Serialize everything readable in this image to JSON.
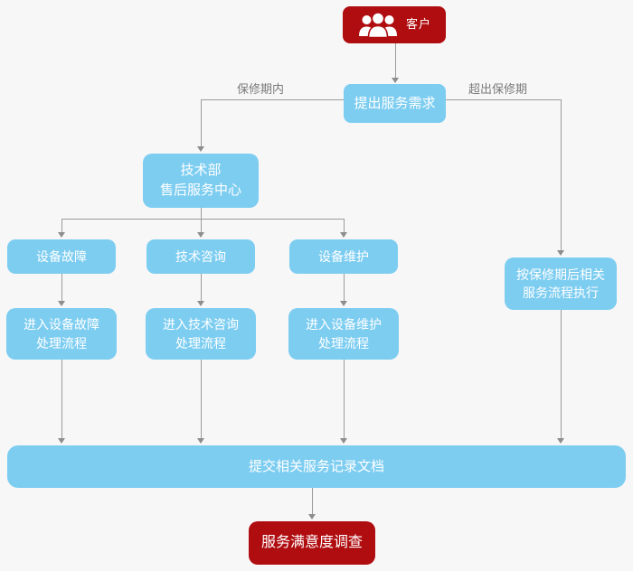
{
  "diagram": {
    "colors": {
      "brand_red": "#b00d10",
      "node_blue": "#7dcdf1",
      "connector_gray": "#9b9b9b",
      "edge_label_gray": "#7a7a7a",
      "background": "#f7f7f7",
      "node_text": "#ffffff"
    },
    "nodes": {
      "customer": {
        "label": "客户",
        "icon": "group-people-icon"
      },
      "request": {
        "label": "提出服务需求"
      },
      "service_center": {
        "line1": "技术部",
        "line2": "售后服务中心"
      },
      "fault": {
        "label": "设备故障"
      },
      "consult": {
        "label": "技术咨询"
      },
      "maintain": {
        "label": "设备维护"
      },
      "fault_process": {
        "line1": "进入设备故障",
        "line2": "处理流程"
      },
      "consult_process": {
        "line1": "进入技术咨询",
        "line2": "处理流程"
      },
      "maintain_process": {
        "line1": "进入设备维护",
        "line2": "处理流程"
      },
      "post_warranty_process": {
        "line1": "按保修期后相关",
        "line2": "服务流程执行"
      },
      "submit_records": {
        "label": "提交相关服务记录文档"
      },
      "satisfaction_survey": {
        "label": "服务满意度调查"
      }
    },
    "edge_labels": {
      "in_warranty": "保修期内",
      "out_warranty": "超出保修期"
    }
  }
}
